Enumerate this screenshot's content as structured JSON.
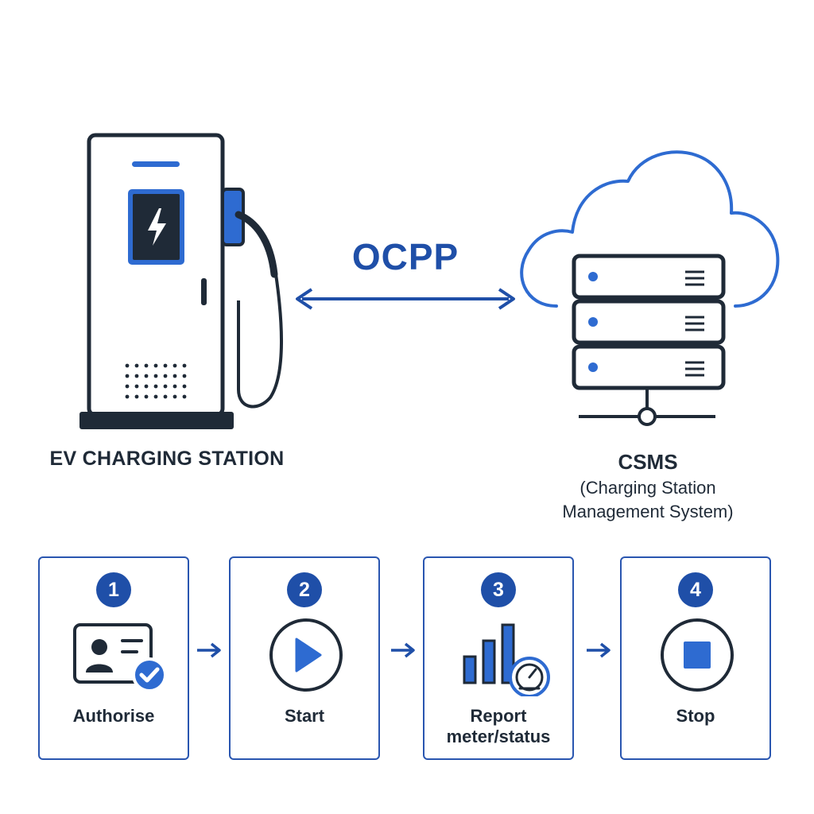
{
  "protocol": {
    "label": "OCPP"
  },
  "station": {
    "label": "EV CHARGING STATION",
    "icon": "ev-charger-icon"
  },
  "server": {
    "title": "CSMS",
    "subtitle": "(Charging Station Management System)",
    "icon": "cloud-server-icon"
  },
  "steps": [
    {
      "number": "1",
      "label": "Authorise",
      "icon": "id-card-check-icon"
    },
    {
      "number": "2",
      "label": "Start",
      "icon": "play-icon"
    },
    {
      "number": "3",
      "label": "Report meter/status",
      "icon": "bar-chart-gauge-icon"
    },
    {
      "number": "4",
      "label": "Stop",
      "icon": "stop-icon"
    }
  ],
  "colors": {
    "accent": "#1f4fa8",
    "accent_light": "#2e6bd1",
    "outline": "#1f2a37",
    "card_border": "#2a56b0"
  }
}
